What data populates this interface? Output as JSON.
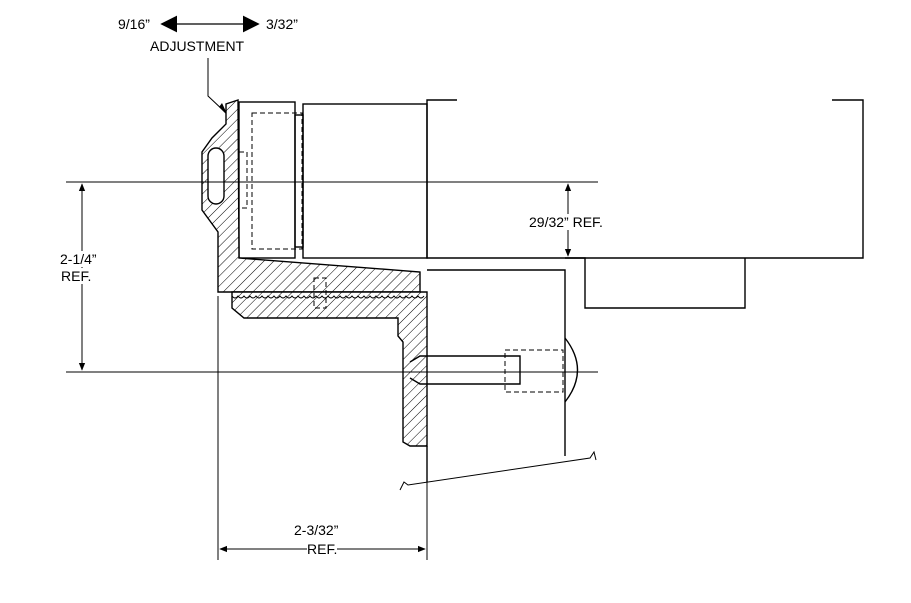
{
  "labels": {
    "adjust_left": "9/16”",
    "adjust_right": "3/32”",
    "adjustment": "ADJUSTMENT",
    "dim_29_32": "29/32” REF.",
    "dim_2_1_4": "2-1/4”",
    "dim_2_1_4_ref": "REF.",
    "dim_2_3_32": "2-3/32”",
    "dim_2_3_32_ref": "REF."
  }
}
